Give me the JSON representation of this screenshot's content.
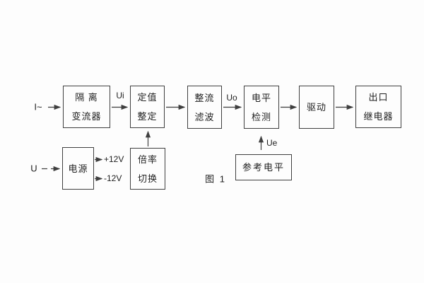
{
  "figure": {
    "caption": "图 1"
  },
  "colors": {
    "line": "#3f3f3f",
    "text": "#1f1f1f",
    "background": "#fdfdfd"
  },
  "labels": {
    "input_current": "I~",
    "input_voltage": "U",
    "ui": "Ui",
    "uo": "Uo",
    "ue": "Ue",
    "plus_12v": "+12V",
    "minus_12v": "-12V"
  },
  "blocks": {
    "isolation_transformer": {
      "line1": "隔 离",
      "line2": "变流器"
    },
    "setting_adjust": {
      "line1": "定值",
      "line2": "整定"
    },
    "rectifier_filter": {
      "line1": "整流",
      "line2": "滤波"
    },
    "level_detection": {
      "line1": "电平",
      "line2": "检测"
    },
    "drive": {
      "line1": "驱动"
    },
    "output_relay": {
      "line1": "出口",
      "line2": "继电器"
    },
    "power_supply": {
      "line1": "电源"
    },
    "ratio_switch": {
      "line1": "倍率",
      "line2": "切换"
    },
    "reference_level": {
      "line1": "参考电平"
    }
  }
}
